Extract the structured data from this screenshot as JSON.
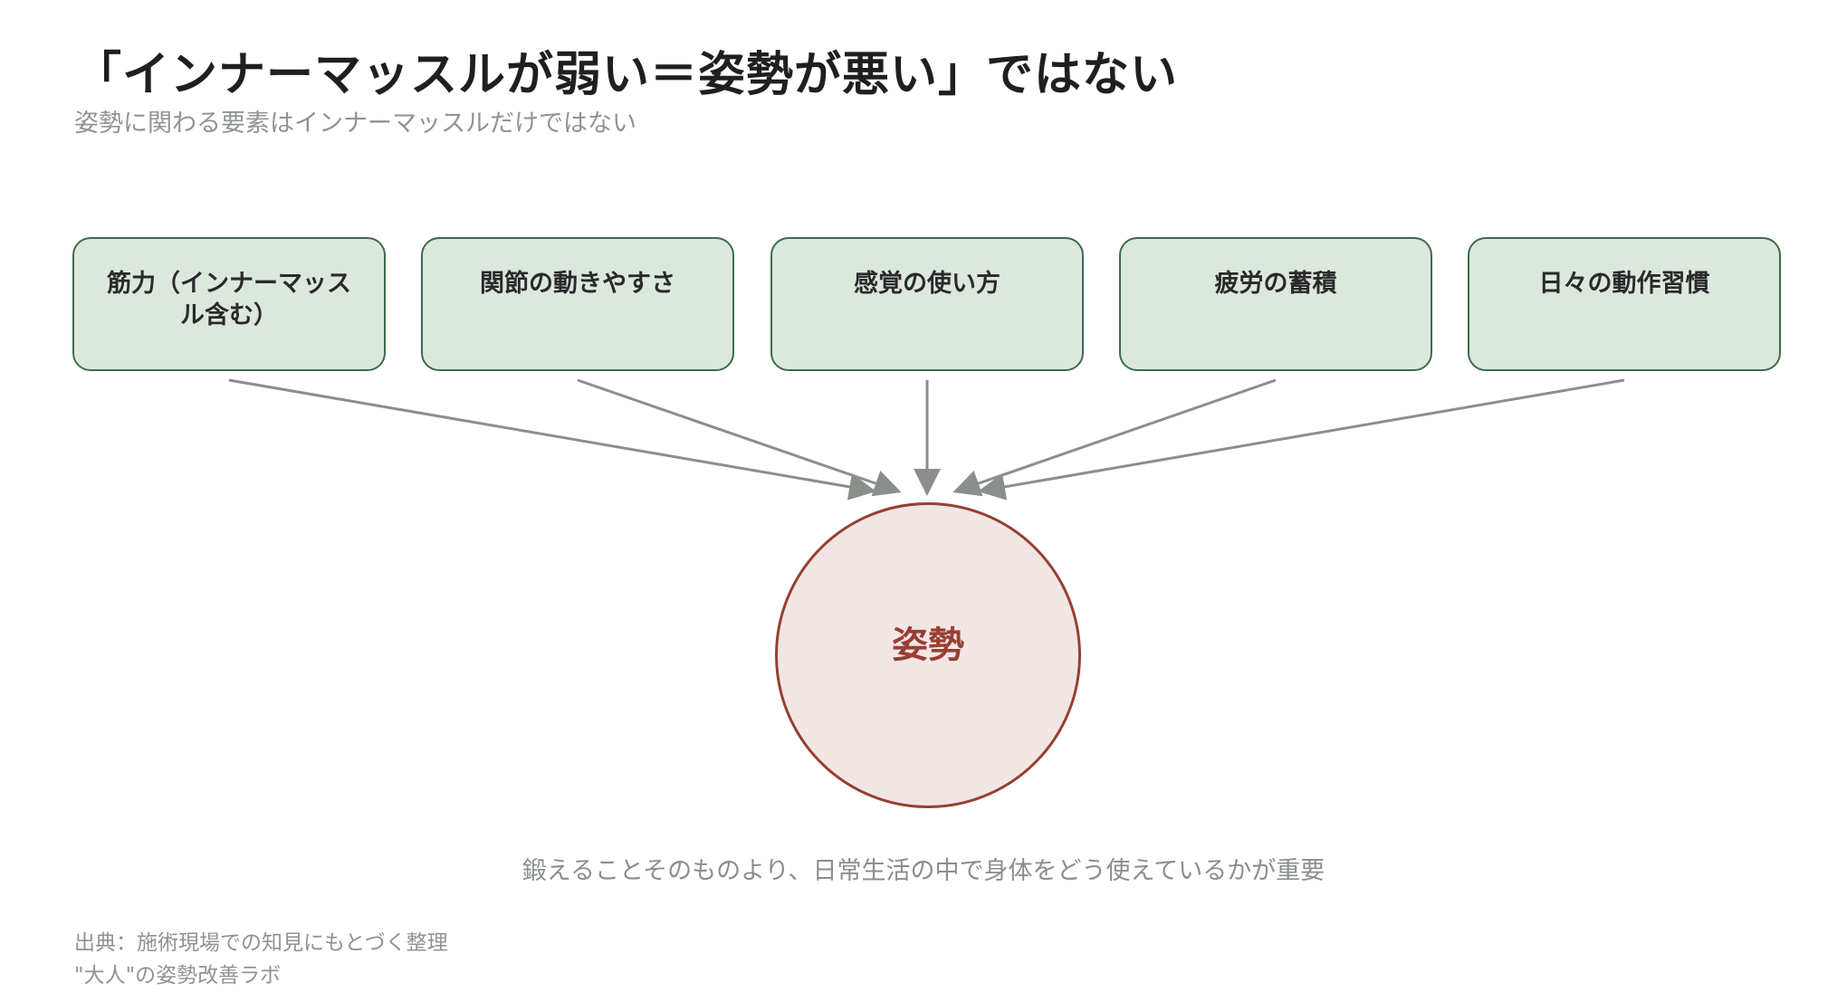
{
  "title": "「インナーマッスルが弱い＝姿勢が悪い」ではない",
  "subtitle": "姿勢に関わる要素はインナーマッスルだけではない",
  "factors": [
    {
      "label": "筋力（インナーマッスル含む）"
    },
    {
      "label": "関節の動きやすさ"
    },
    {
      "label": "感覚の使い方"
    },
    {
      "label": "疲労の蓄積"
    },
    {
      "label": "日々の動作習慣"
    }
  ],
  "center": {
    "label": "姿勢"
  },
  "caption": "鍛えることそのものより、日常生活の中で身体をどう使えているかが重要",
  "footer": {
    "source": "出典：施術現場での知見にもとづく整理",
    "credit": "\"大人\"の姿勢改善ラボ"
  },
  "colors": {
    "box_fill": "#dce8de",
    "box_border": "#3e6b4c",
    "circle_fill": "#f2e6e4",
    "circle_border": "#973f33",
    "arrow": "#8a8f8b"
  }
}
